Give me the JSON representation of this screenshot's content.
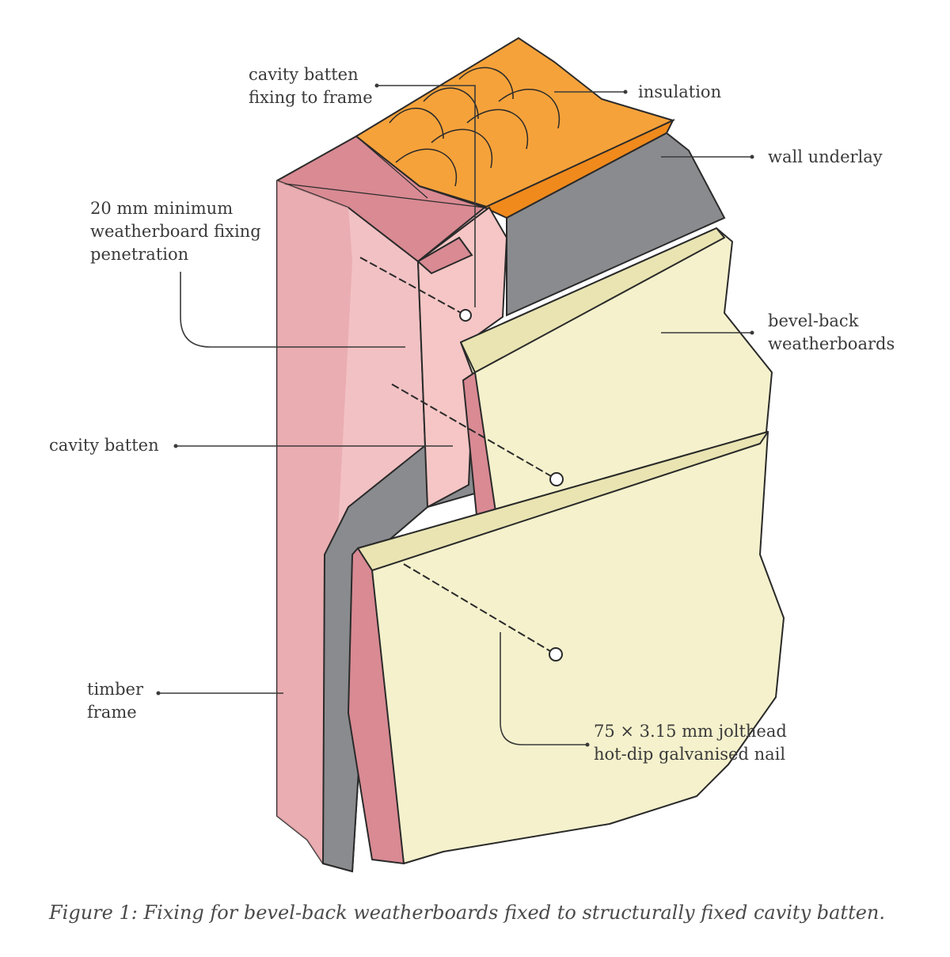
{
  "labels": {
    "cavity_batten_fixing": "cavity batten\nfixing to frame",
    "insulation": "insulation",
    "wall_underlay": "wall underlay",
    "fixing_penetration": "20 mm minimum\nweatherboard fixing\npenetration",
    "bevel_back": "bevel-back\nweatherboards",
    "cavity_batten": "cavity batten",
    "timber_frame": "timber\nframe",
    "nail": "75 × 3.15 mm jolthead\nhot-dip galvanised nail"
  },
  "caption": "Figure 1: Fixing for bevel-back weatherboards fixed to structurally fixed cavity batten.",
  "colors": {
    "frame": "#d98a93",
    "frame_light": "#f2c1c4",
    "insulation": "#f6a23a",
    "underlay": "#8a8b8e",
    "weatherboard": "#f4f1cc",
    "weatherboard_shade": "#e9e4b2",
    "batten": "#f5c6c5",
    "outline": "#2a2a2a"
  }
}
